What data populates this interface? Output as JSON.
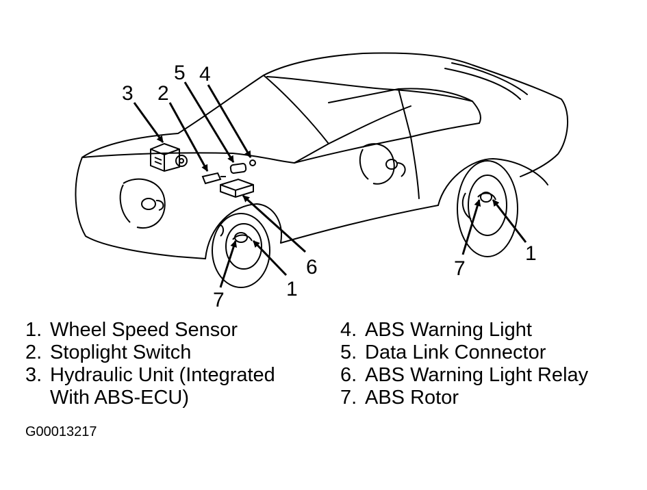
{
  "callouts": {
    "c1_front": "1",
    "c2": "2",
    "c3": "3",
    "c4": "4",
    "c5": "5",
    "c6": "6",
    "c7_front": "7",
    "c1_rear": "1",
    "c7_rear": "7"
  },
  "legend": {
    "left": [
      {
        "num": "1.",
        "text": "Wheel Speed Sensor"
      },
      {
        "num": "2.",
        "text": "Stoplight Switch"
      },
      {
        "num": "3.",
        "text": "Hydraulic Unit (Integrated\nWith ABS-ECU)"
      }
    ],
    "right": [
      {
        "num": "4.",
        "text": "ABS Warning Light"
      },
      {
        "num": "5.",
        "text": "Data Link Connector"
      },
      {
        "num": "6.",
        "text": "ABS Warning Light Relay"
      },
      {
        "num": "7.",
        "text": "ABS Rotor"
      }
    ]
  },
  "figure_id": "G00013217",
  "colors": {
    "ink": "#000000",
    "paper": "#ffffff"
  }
}
